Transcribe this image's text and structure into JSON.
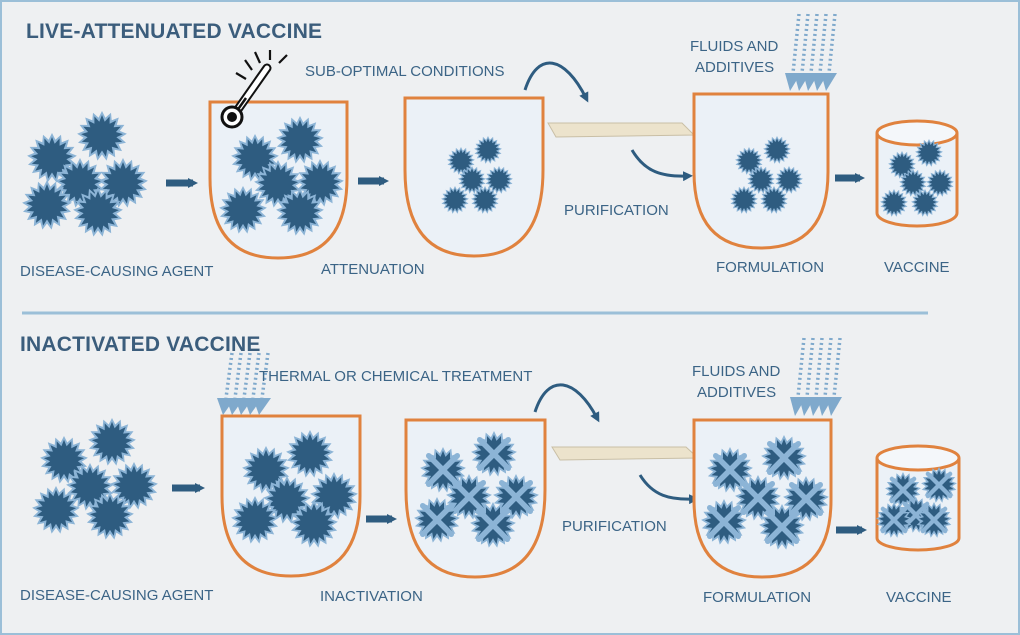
{
  "sections": [
    {
      "title": "LIVE-ATTENUATED VACCINE",
      "labels": {
        "agent": "DISEASE-CAUSING AGENT",
        "treatment": "SUB-OPTIMAL CONDITIONS",
        "step": "ATTENUATION",
        "purification": "PURIFICATION",
        "fluids_line1": "FLUIDS AND",
        "fluids_line2": "ADDITIVES",
        "formulation": "FORMULATION",
        "vaccine": "VACCINE"
      }
    },
    {
      "title": "INACTIVATED VACCINE",
      "labels": {
        "agent": "DISEASE-CAUSING AGENT",
        "treatment": "THERMAL OR CHEMICAL TREATMENT",
        "step": "INACTIVATION",
        "purification": "PURIFICATION",
        "fluids_line1": "FLUIDS AND",
        "fluids_line2": "ADDITIVES",
        "formulation": "FORMULATION",
        "vaccine": "VACCINE"
      }
    }
  ],
  "colors": {
    "background": "#eef0f2",
    "frame_border": "#9bbfd8",
    "title": "#3b5d7c",
    "label": "#3b6486",
    "vessel_outline": "#e0823e",
    "vessel_fill": "#ebf1f7",
    "pathogen_core": "#2e5c80",
    "pathogen_halo": "#8cb4d6",
    "arrow": "#2e5c80",
    "dotted_stream": "#7fa9cc",
    "filter": "#ece3cc"
  },
  "icons": [
    "thermometer-icon",
    "arrow-right-icon",
    "curved-arrow-icon",
    "dotted-stream-icon",
    "inactivated-x-icon"
  ]
}
